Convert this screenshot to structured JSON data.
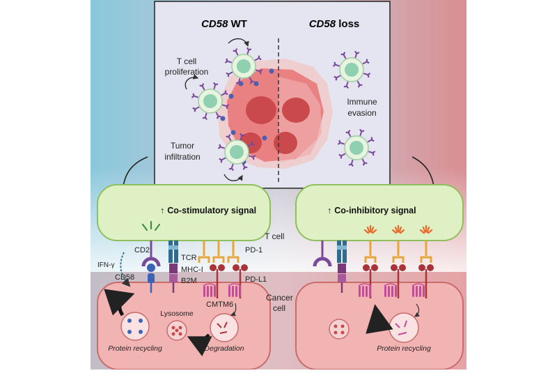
{
  "top_panel": {
    "header_left_gene": "CD58",
    "header_left_rest": " WT",
    "header_right_gene": "CD58",
    "header_right_rest": " loss",
    "label_t_cell_1": "T cell",
    "label_t_cell_2": "proliferation",
    "label_immune_1": "Immune",
    "label_immune_2": "evasion",
    "label_tumor_1": "Tumor",
    "label_tumor_2": "infiltration"
  },
  "left_panel": {
    "signal_arrow": "↑",
    "signal_label": "Co-stimulatory signal",
    "t_cell_label": "T cell",
    "cd2": "CD2",
    "ifn": "IFN-γ",
    "cd58": "CD58",
    "tcr": "TCR",
    "mhc": "MHC-I",
    "b2m": "B2M",
    "pd1": "PD-1",
    "pdl1": "PD-L1",
    "cmtm6": "CMTM6",
    "cancer_1": "Cancer",
    "cancer_2": "cell",
    "lysosome": "Lysosome",
    "protein_recycling": "Protein recycling",
    "degradation": "Degradation"
  },
  "right_panel": {
    "signal_arrow": "↑",
    "signal_label": "Co-inhibitory signal",
    "protein_recycling": "Protein recycling"
  },
  "colors": {
    "bg_left": "#8ac8dc",
    "bg_right": "#d98e92",
    "tcell_fill": "#dff0c4",
    "tcell_stroke": "#8fbf5c",
    "cancer_fill": "#f2b3b3",
    "cancer_stroke": "#c96b6b",
    "tumor": "#e8797a",
    "receptor_purple": "#7a4a9a",
    "pd1_orange": "#e8a63a",
    "pdl1_red": "#a8343a",
    "tcr_blue": "#2f6a8f",
    "cmtm6_pink": "#c44b9a"
  }
}
